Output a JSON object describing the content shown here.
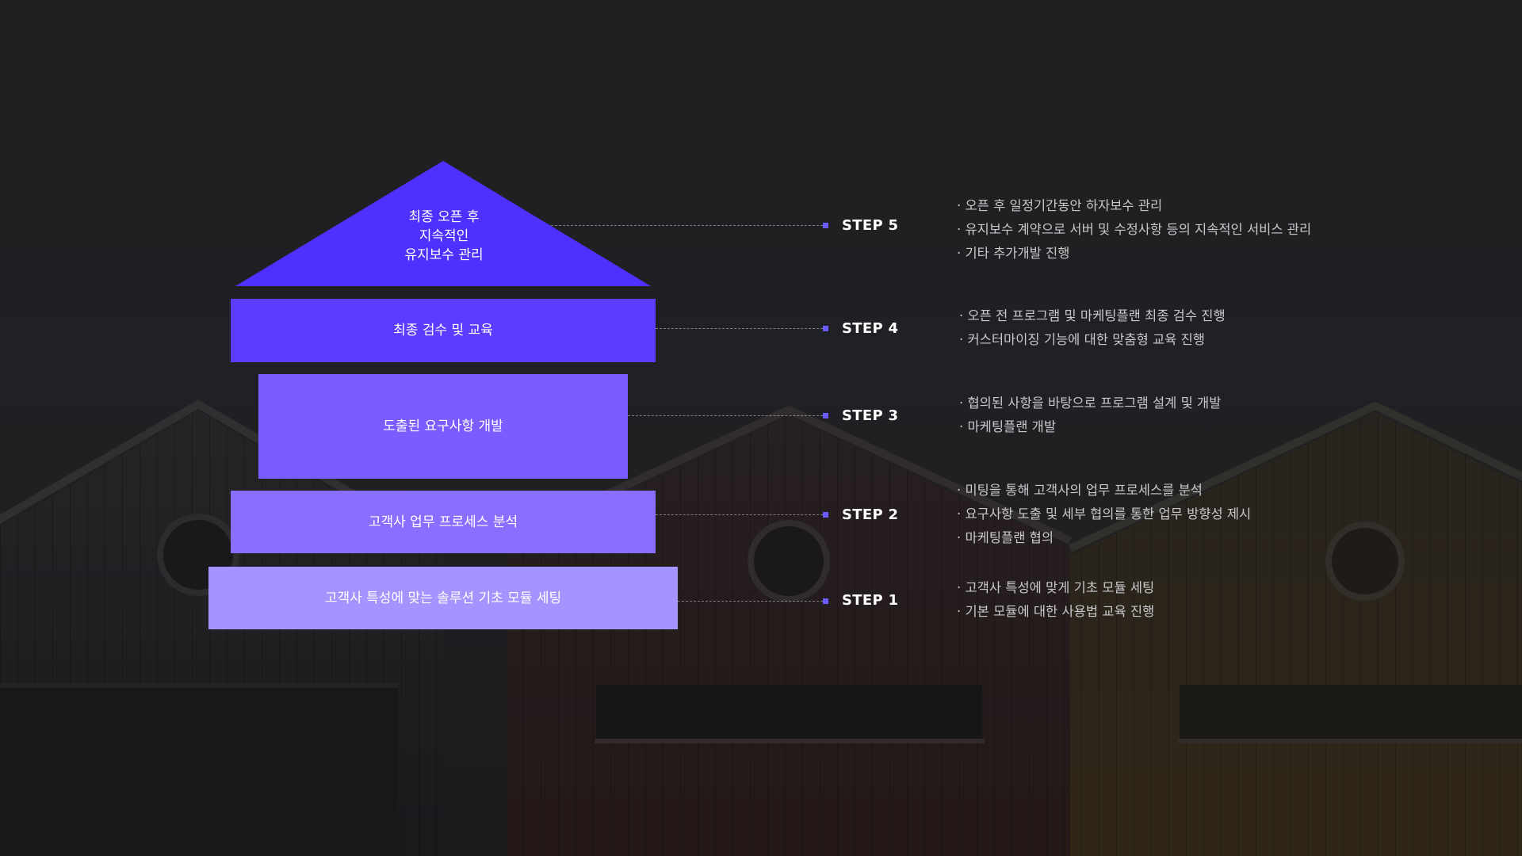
{
  "colors": {
    "step5": "#4f31ff",
    "step4": "#5c3cff",
    "step3": "#7a5cff",
    "step2": "#8a6eff",
    "step1": "#a394ff",
    "marker": "#6b5cff"
  },
  "pyramid": {
    "step5_lines": [
      "최종 오픈 후",
      "지속적인",
      "유지보수 관리"
    ],
    "step4": "최종 검수 및 교육",
    "step3": "도출된 요구사항 개발",
    "step2": "고객사 업무 프로세스 분석",
    "step1": "고객사 특성에 맞는 솔루션 기초 모듈 세팅"
  },
  "steps": [
    {
      "label": "STEP 5",
      "items": [
        "· 오픈 후 일정기간동안 하자보수 관리",
        "· 유지보수 계약으로 서버 및 수정사항 등의 지속적인 서비스 관리",
        "· 기타 추가개발 진행"
      ]
    },
    {
      "label": "STEP 4",
      "items": [
        "· 오픈 전 프로그램 및 마케팅플랜 최종 검수 진행",
        "· 커스터마이징 기능에 대한 맞춤형 교육 진행"
      ]
    },
    {
      "label": "STEP 3",
      "items": [
        "· 협의된 사항을 바탕으로 프로그램 설계 및 개발",
        "· 마케팅플랜 개발"
      ]
    },
    {
      "label": "STEP 2",
      "items": [
        "· 미팅을 통해 고객사의 업무 프로세스를 분석",
        "· 요구사항 도출 및 세부 협의를 통한 업무 방향성 제시",
        "· 마케팅플랜 협의"
      ]
    },
    {
      "label": "STEP 1",
      "items": [
        "· 고객사 특성에 맞게 기초 모듈 세팅",
        "· 기본 모듈에 대한 사용법 교육 진행"
      ]
    }
  ]
}
